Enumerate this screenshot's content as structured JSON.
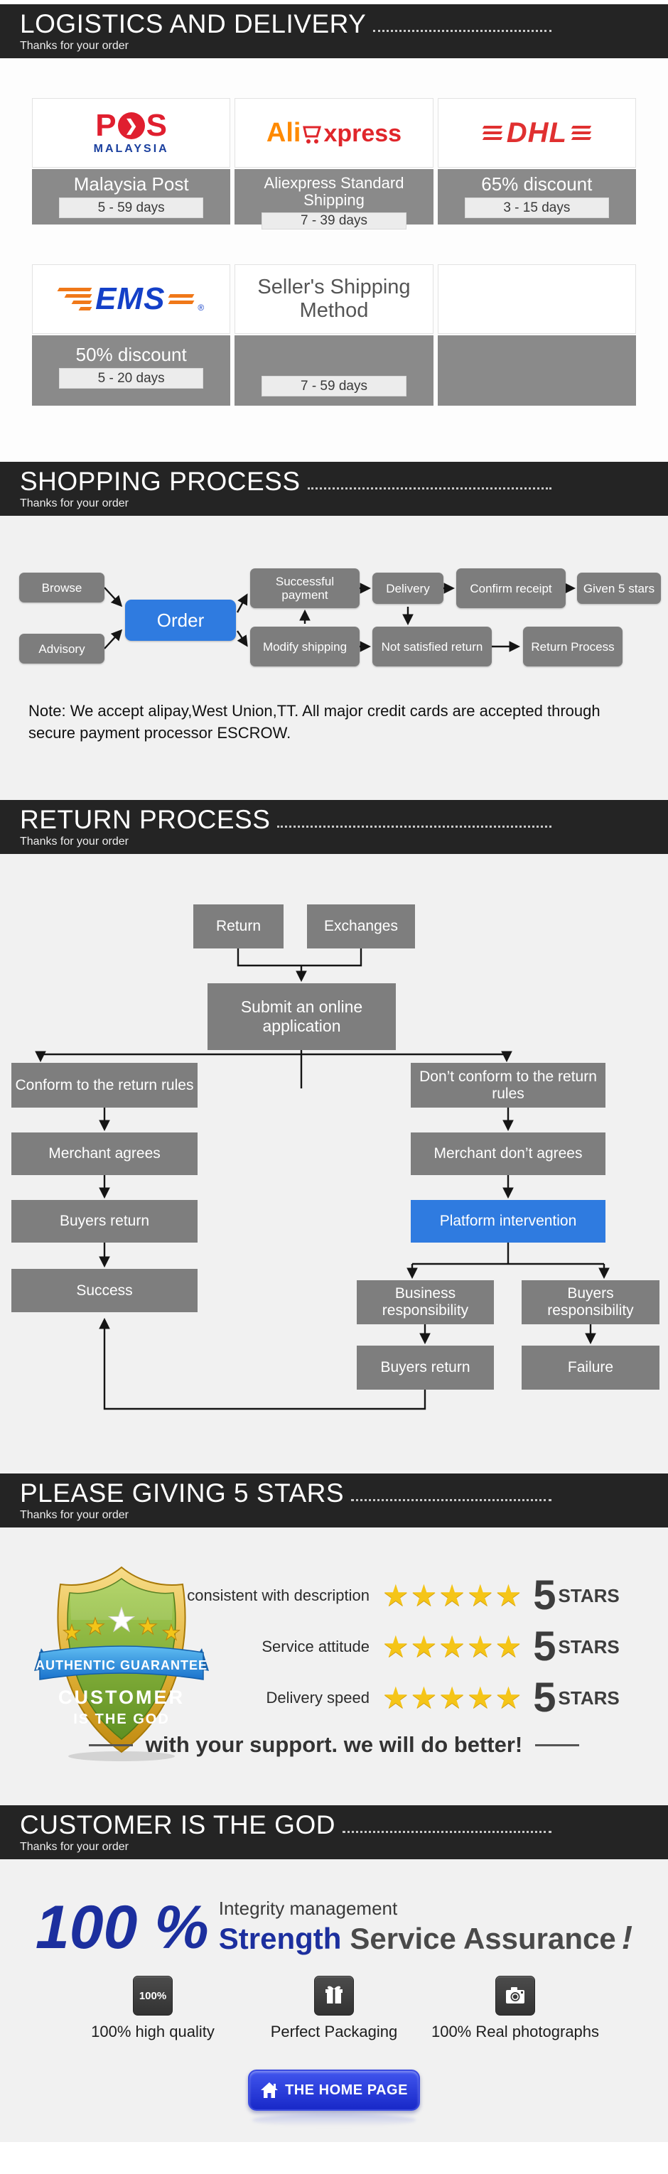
{
  "page": {
    "accent_blue": "#2f7be0",
    "bar_bg": "#242424",
    "section_bg": "#f1f1f1"
  },
  "headers": {
    "logistics": {
      "title": "LOGISTICS AND DELIVERY",
      "subtitle": "Thanks for your order"
    },
    "shopping": {
      "title": "SHOPPING PROCESS",
      "subtitle": "Thanks for your order"
    },
    "returns": {
      "title": "RETURN PROCESS",
      "subtitle": "Thanks for your order"
    },
    "five_stars": {
      "title": "PLEASE GIVING 5 STARS",
      "subtitle": "Thanks for your order"
    },
    "customer": {
      "title": "CUSTOMER IS THE GOD",
      "subtitle": "Thanks for your order"
    }
  },
  "shipping_table": {
    "logos": {
      "pos": {
        "p": "P",
        "s": "S",
        "chevron": "❯",
        "sub": "MALAYSIA"
      },
      "ali": {
        "prefix": "Ali",
        "suffix": "xpress"
      },
      "dhl": {
        "word": "DHL"
      },
      "ems": {
        "word": "EMS",
        "reg": "®"
      },
      "seller": {
        "line": "Seller's Shipping Method"
      }
    },
    "row1": [
      {
        "title": "Malaysia Post",
        "days": "5 - 59 days"
      },
      {
        "title": "Aliexpress Standard Shipping",
        "days": "7 - 39 days"
      },
      {
        "title": "65% discount",
        "days": "3 - 15 days"
      }
    ],
    "row2": [
      {
        "title": "50% discount",
        "days": "5 - 20 days"
      },
      {
        "title": "",
        "days": "7 - 59 days"
      },
      {
        "title": "",
        "days": ""
      }
    ]
  },
  "shopping_flow": {
    "browse": "Browse",
    "advisory": "Advisory",
    "order": "Order",
    "successful_payment": "Successful payment",
    "delivery": "Delivery",
    "confirm_receipt": "Confirm receipt",
    "given_5_stars": "Given 5 stars",
    "modify_shipping": "Modify shipping",
    "not_satisfied_return": "Not satisfied return",
    "return_process": "Return Process",
    "note": "Note: We accept alipay,West Union,TT. All major credit cards are accepted through secure payment processor ESCROW."
  },
  "return_flow": {
    "return": "Return",
    "exchanges": "Exchanges",
    "submit": "Submit an online application",
    "conform": "Conform to the return rules",
    "dont_conform": "Don’t conform to the return rules",
    "merchant_agrees": "Merchant agrees",
    "merchant_dont_agrees": "Merchant don’t agrees",
    "buyers_return": "Buyers return",
    "platform": "Platform intervention",
    "success": "Success",
    "business_resp": "Business responsibility",
    "buyers_resp": "Buyers responsibility",
    "buyers_return2": "Buyers return",
    "failure": "Failure"
  },
  "ratings": {
    "badge": {
      "ribbon": "AUTHENTIC GUARANTEE",
      "line1": "CUSTOMER",
      "line2": "IS THE GOD"
    },
    "stars_glyph": "★★★★★",
    "rows": [
      {
        "label": "consistent with description",
        "score": "5",
        "suffix": "STARS"
      },
      {
        "label": "Service attitude",
        "score": "5",
        "suffix": "STARS"
      },
      {
        "label": "Delivery speed",
        "score": "5",
        "suffix": "STARS"
      }
    ],
    "tagline": "with your support. we will do better!"
  },
  "customer_section": {
    "percent": "100 %",
    "integrity": "Integrity management",
    "strength": "Strength",
    "assurance": "Service Assurance",
    "exclaim": "!",
    "features": [
      {
        "icon_text": "100%",
        "label": "100% high quality"
      },
      {
        "label": "Perfect Packaging"
      },
      {
        "label": "100% Real photographs"
      }
    ],
    "home_button": "THE HOME PAGE"
  }
}
